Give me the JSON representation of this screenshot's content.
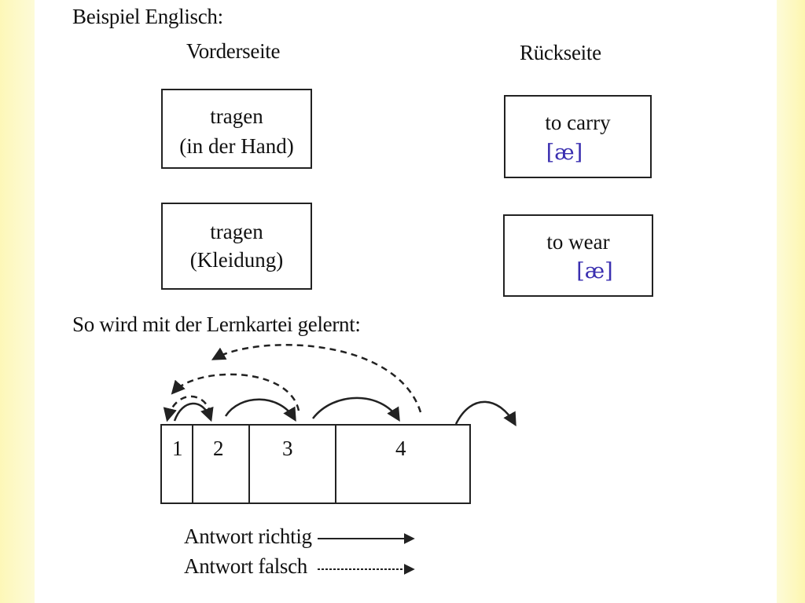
{
  "title": "Beispiel Englisch:",
  "front_label": "Vorderseite",
  "back_label": "Rückseite",
  "cards": [
    {
      "front": {
        "word": "tragen",
        "note": "(in der Hand)"
      },
      "back": {
        "word": "to carry",
        "ipa": "[æ]"
      }
    },
    {
      "front": {
        "word": "tragen",
        "note": "(Kleidung)"
      },
      "back": {
        "word": "to wear",
        "ipa": "[æ]"
      }
    }
  ],
  "process_title": "So wird mit der Lernkartei gelernt:",
  "compartments": [
    "1",
    "2",
    "3",
    "4"
  ],
  "legend": {
    "correct": "Antwort richtig",
    "wrong": "Antwort falsch"
  },
  "colors": {
    "ink": "#222222",
    "ipa": "#3a2fb0",
    "side_band": "#fdf7b8"
  }
}
